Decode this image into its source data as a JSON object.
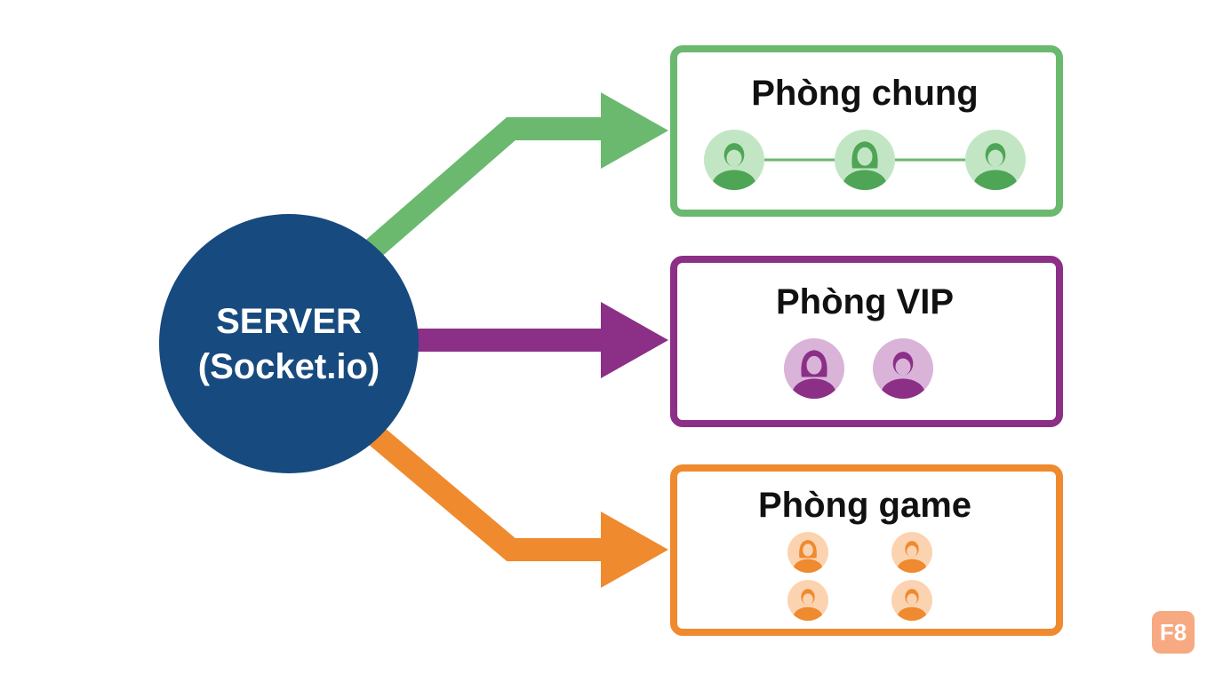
{
  "server": {
    "line1": "SERVER",
    "line2": "(Socket.io)",
    "color": "#174a7e"
  },
  "rooms": [
    {
      "name": "Phòng chung",
      "color": "#6ab96f",
      "avatar_bg": "#c2e6c4",
      "avatar_fg": "#4ea556",
      "members": [
        "male",
        "female",
        "male"
      ],
      "members_connected": true
    },
    {
      "name": "Phòng VIP",
      "color": "#8b2f87",
      "avatar_bg": "#d9b3d8",
      "avatar_fg": "#8b2f87",
      "members": [
        "female",
        "male"
      ],
      "members_connected": false
    },
    {
      "name": "Phòng game",
      "color": "#ef8a2e",
      "avatar_bg": "#fbd3b1",
      "avatar_fg": "#ef8a2e",
      "members": [
        "female",
        "male",
        "male",
        "male"
      ],
      "members_connected": false
    }
  ],
  "logo": {
    "text": "F8",
    "color": "#f7a982"
  }
}
